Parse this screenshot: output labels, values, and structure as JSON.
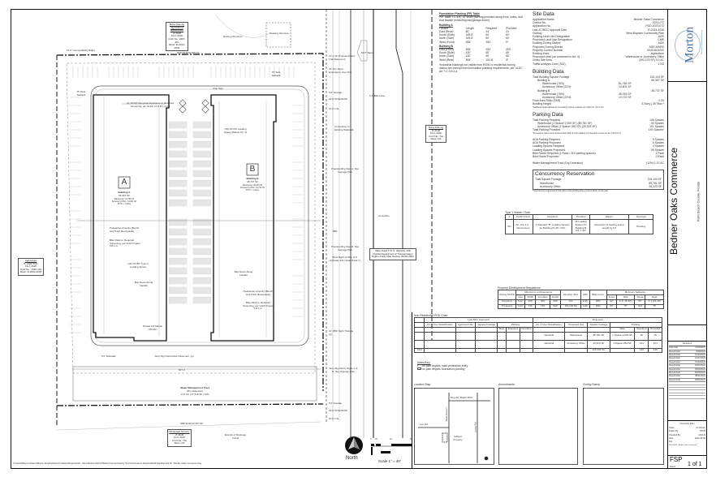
{
  "title_block": {
    "firm": "Morton",
    "firm_tagline": "Planning | Landscape Architecture",
    "project_name": "Bedner Oaks Commerce",
    "project_location": "Palm Beach County, Florida",
    "revisions_header": "Revisions",
    "revisions": [
      {
        "label": "Submittal",
        "date": "11/16/2023"
      },
      {
        "label": "Resubmittal",
        "date": "8/28/2023"
      },
      {
        "label": "Resubmittal",
        "date": "10/23/2023"
      },
      {
        "label": "Resubmittal",
        "date": "12/27/2023"
      },
      {
        "label": "Resubmittal",
        "date": "01/22/2024"
      },
      {
        "label": "Resubmittal",
        "date": "04/02/2024"
      },
      {
        "label": "Resubmittal",
        "date": "05/06/2024"
      },
      {
        "label": "Resubmittal",
        "date": "06/25/2024"
      },
      {
        "label": "Resubmittal",
        "date": "08/11/2024"
      },
      {
        "label": "Resubmittal",
        "date": "08/06/2024"
      }
    ],
    "sheet_title": "Final Site Plan",
    "scale_label": "Scale",
    "scale_value": "As Shown",
    "drawn_label": "Drawn By",
    "drawn_value": "RTKB",
    "checked_label": "Checked By",
    "checked_value": "AAVLM",
    "date_label": "Date",
    "date_value": "2024-09-09",
    "file_label": "File",
    "file_value": "Site-162.02 - Bedner Oaks Commerce",
    "sheet_code": "FSP",
    "sheet_label": "Sheet",
    "sheet_number": "1 of 1"
  },
  "foundation_planting": {
    "title": "Foundation Planting (FP) Table",
    "note": "Per Table 7.C.3.B. 10' width planting provided along front, sides, and rear facade (excluding bay/garage doors).",
    "columns": [
      "Facade",
      "Length",
      "Required",
      "Provided"
    ],
    "building_a_label": "Building A",
    "building_a": [
      [
        "East (Rear)",
        "80'",
        "24'",
        "24'"
      ],
      [
        "South (Side)",
        "169.8'",
        "60'",
        "60'"
      ],
      [
        "North (Side)",
        "169.8'",
        "60'",
        "60'"
      ],
      [
        "West (Front)",
        "506'",
        "253'",
        "0*"
      ]
    ],
    "building_b_label": "Building B",
    "building_b": [
      [
        "East (Front)",
        "506'",
        "253'",
        "253'"
      ],
      [
        "South (Side)",
        "130'",
        "65'",
        "65'"
      ],
      [
        "North (Side)",
        "130'",
        "65'",
        "65'"
      ],
      [
        "West (Rear)",
        "506'",
        "151.8'",
        "0*"
      ]
    ],
    "footnote": "*Industrial buildings not visible from ROW or residential zoning district are exempt from foundation planting requirements, per ULDC Art 7.C.3.B.2.a"
  },
  "site_data": {
    "title": "Site Data",
    "rows": [
      [
        "Application Name",
        "Bedner Oaks Commerce"
      ],
      [
        "Control No.",
        "2023-072"
      ],
      [
        "Application No.",
        "PDD-2023-072"
      ],
      [
        "Last ZC/BCC Approval Date",
        "R-2024-1038"
      ],
      [
        "Overlay",
        "West Boynton Community Plan"
      ],
      [
        "Existing Land Use Designation",
        "AGR"
      ],
      [
        "Proposed Land Use Designation",
        "CMR"
      ],
      [
        "Existing Zoning District",
        "AGR"
      ],
      [
        "Proposed Zoning District",
        "AGR-MUPD"
      ],
      [
        "Property Control Number",
        "00414601000"
      ],
      [
        "Existing Uses",
        "Agriculture"
      ],
      [
        "Proposed Uses (as contained in Art. 4)",
        "Warehouse w. Accessory Office"
      ],
      [
        "Gross Site Area",
        "(392,278 SF) 9.0 AC"
      ],
      [
        "Traffic Analysis Zone (TAZ)",
        "1743"
      ]
    ]
  },
  "building_data": {
    "title": "Building Data",
    "rows": [
      [
        "Total Building Square Footage",
        "",
        "115,104 SF"
      ],
      [
        "Building A",
        "",
        "66,367 SF"
      ],
      [
        "Warehouse (78%)",
        "51,766 SF",
        ""
      ],
      [
        "Accessory Office (22%)",
        "14,601 SF",
        ""
      ],
      [
        "Building B",
        "",
        "48,737 SF"
      ],
      [
        "Warehouse (78%)",
        "38,015 SF",
        ""
      ],
      [
        "Accessory Office (22%)",
        "10,722 SF",
        ""
      ],
      [
        "Floor Area Ratio (FAR)",
        "",
        "0.29"
      ],
      [
        "Building Height",
        "",
        "3-Story | 35' Max.*"
      ]
    ],
    "footnote": "*Additional height allowed by increasing minimum setback per ULDC Art. 3.D.1.E.2"
  },
  "parking_data": {
    "title": "Parking Data",
    "rows": [
      [
        "Total Parking Required",
        "146 Spaces"
      ],
      [
        "Warehouse (1 Space/ 2,000 SF) (89,781 SF)",
        "45 Spaces"
      ],
      [
        "Accessory Office (1 Space/ 250 SF) (25,323 SF)",
        "101 Spaces"
      ],
      [
        "Total Parking Provided",
        "149 Spaces*"
      ],
      [
        "ADA Parking Required",
        "5 Spaces"
      ],
      [
        "ADA Parking Proposed",
        "5 Spaces"
      ],
      [
        "Loading Spaces Required",
        "4 Spaces"
      ],
      [
        "Loading Spaces Proposed",
        "36 Spaces"
      ],
      [
        "Bike Racks Required (1 Rack / 200 parking spaces)",
        "1 Rack"
      ],
      [
        "Bike Racks Proposed",
        "2 Rack"
      ],
      [
        "Water Management Tract (Dry Detention)",
        "(12%) 1.07 AC"
      ]
    ],
    "footnote": "*All required spaces to be located within 600 LF from building it is intended to serve per Art. 6.B.3.A.1.b"
  },
  "concurrency": {
    "title": "Concurrency Reservation",
    "rows": [
      [
        "Total Square Footage",
        "115,104 SF"
      ],
      [
        "Warehouse",
        "89,781 SF"
      ],
      [
        "Accessory Office",
        "25,323 SF"
      ]
    ],
    "footnote": "* Concurrency is approved for the above uses and the above amount shown on the plan"
  },
  "waiver_chart": {
    "title": "Type 1 Waiver Chart",
    "columns": [
      "#",
      "ULDC Article",
      "Required",
      "Provided",
      "Waiver",
      "Approval"
    ],
    "rows": [
      [
        "W1",
        "Art. 6.E.4.A. - Dimensions",
        "2 Standard \"B\" Loading Spaces for Building B (15' x 50')",
        "18 Loading Spaces for Building B (15' x 40')",
        "Reduction of loading space length by 10'",
        "Pending"
      ]
    ]
  },
  "pdr": {
    "title": "Property Development Regulations",
    "zoning_label": "Zoning MUPD",
    "group_lot": "Minimum Lot Dimensions",
    "group_setbacks": "Minimum Setbacks",
    "columns": [
      "Size",
      "Width",
      "Frontage",
      "Depth",
      "Density/ GFA",
      "FAR",
      "Bldg Cover",
      "Front",
      "Side",
      "Street",
      "Rear"
    ],
    "rows": [
      [
        "Required",
        "5 AC",
        "300'",
        "300'",
        "300'",
        "N/A",
        "0.35",
        "40%",
        "50'",
        "C.1 (15-40')",
        "50'",
        "C.1 (15-40')"
      ],
      [
        "Proposed",
        "9 AC",
        "744'",
        "740'",
        "529'",
        "115,104 SF",
        "0.29",
        "29%",
        "80'",
        "75'",
        "N/A",
        "75'"
      ]
    ]
  },
  "pod_chart": {
    "title": "Non-Residential PDD Chart",
    "group_approved": "Last BCC Approved",
    "group_proposed": "Proposed",
    "approved_cols": [
      "Art. 4 Use Classification",
      "Approved Use",
      "Square Footage",
      "Parking"
    ],
    "proposed_cols": [
      "Art. 4 Use Classification",
      "Proposed Use",
      "Square Footage",
      "Parking"
    ],
    "parking_sub": [
      "Rate",
      "Required",
      "Provided"
    ],
    "rows": [
      {
        "class": "Industrial",
        "use": "Warehouse",
        "sf": "89,781 SF",
        "rate": "1 Space/ 2,000 SF",
        "req": "45",
        "prov": "45"
      },
      {
        "class": "Industrial",
        "use": "Accessory Office",
        "sf": "25,323 SF",
        "rate": "1 Space/ 250 SF",
        "req": "101",
        "prov": "104"
      }
    ],
    "total_label": "Total",
    "total_sf": "115,104 SF",
    "total_req": "146",
    "total_prov": "149"
  },
  "notes_key": {
    "title": "Notes/Key:",
    "items": [
      "on plan depicts main pedestrian entry",
      "on plan depicts foundation planting"
    ]
  },
  "location_map": {
    "title": "Location Map",
    "roads": [
      "Boynton Beach Blvd",
      "State Road 7",
      "Lee Rd",
      "Lyons Rd"
    ],
    "subject": "Subject Property"
  },
  "amendments": {
    "title": "Amendments"
  },
  "zoning_stamp": {
    "title": "Zoning Stamp"
  },
  "north_arrow": {
    "label": "North"
  },
  "scale_bar": {
    "ticks": [
      "0",
      "20",
      "40",
      "80"
    ],
    "label": "Scale 1\" = 40'"
  },
  "file_path": "C:\\Users\\Maryori Velasco\\Morton Dropbox\\Maryori Velasco\\Projects\\162 - Steve Bedner\\162.02 Bedner Farms Property Text And Preserve Swap\\CAD\\SP-Site\\Site-162.02 - Bender Oaks Commerce.dwg",
  "plan": {
    "building_a": {
      "letter": "A",
      "name": "Building A",
      "sf": "66,367 SF",
      "lines": [
        "Warehouse: 51,766 SF",
        "Accessory Office: 14,601 SF",
        "35' Ht. | 1-Story"
      ]
    },
    "building_b": {
      "letter": "B",
      "name": "Building B",
      "sf": "48,737 SF",
      "lines": [
        "Warehouse: 38,015 SF",
        "Accessory Office: 10,722 SF",
        "35' Ht. | 1-Story"
      ]
    },
    "labels": {
      "incompat_buffer": "15.0' Incompatibility Buffer",
      "rear_setback": "75' Rear Setback",
      "side_setback": "75' Side Setback",
      "front_setback": "80' Front Setback",
      "dumpster": "(2) 10'x10' Dumpster Enclosure w. Required Screening, per ULDC Art 5.B.1.A.6.d",
      "stop_sign": "Stop Sign",
      "palm_tran": "10' x 30' Proposed Palm Tran Easement",
      "fire_dept": "20' Fire Dept./ Emergency Use Only",
      "overlap": "5.0' Overlap",
      "row_buffer": "20.0' ROW Buffer",
      "ue": "10.0' U.E.",
      "connection": "Connection to Existing Sidewalk",
      "bike_lane": "6.4' Bike Lane",
      "taper": "53.5' Taper",
      "loading_b": "(18) 15'x40' Loading Space (Waiver No. 1)",
      "loading_a": "(18) 15'x50' Type A Loading Space",
      "bay_doors": "Bay Doors Along Facade",
      "ped_amenity": "Pedestrian Amenity (Bench and Trash Receptacle)",
      "bike_rack": "Bike Rack w. Required Screening, per ULDC Figure 5.B.1.A.",
      "sign_a": "Freestanding Sign A, See Signage Plan",
      "sign_b": "Freestanding Sign B, See Signage Plan",
      "centerline": "Centerline",
      "bbl": "BBL",
      "west_row": "West Right-of-Way U.S. Highway 441 (State Road 7)",
      "sr7": "State Road 7 (U.S. Highway 441) Florida Department of Transportation Right-of-Way Map Section 93210-2524",
      "lift_station": "Private Lift Station (15'x15')",
      "sidewalk": "5.0' Sidewalk",
      "deco_pavement": "Stop Sign Decorative Pavement, typ.",
      "water_tract_title": "Water Management Tract",
      "water_tract_sub": "(Dry Detention)",
      "water_tract_area": "1.07 AC | 47,610 SF | 12%",
      "pbc_sign": "10' PBC Sight Triangle, typ.",
      "entry_signs": "Stop Sign Entry Signs C & D, See Signage Plan",
      "drainage": "Extents of Drainage Canal",
      "existing_structure": "Existing Structure",
      "bearing_n": "N89°29'49\"E 525.74'",
      "bearing_s": "S89°34'42\"W 527.90'",
      "dim_total": "667.4'"
    },
    "neighbors": [
      {
        "title": "Bona Fide Ag Agricultural Marketplace",
        "lines": [
          "Z: AGR",
          "FLU: AGR",
          "Cntrl No.: 2007-267",
          "Reso: R-2013-0644"
        ]
      },
      {
        "title": "Bona Fide Ag",
        "lines": [
          "Z: AGR",
          "FLU: AGR",
          "Cntrl No.: NA",
          "Reso: NA"
        ]
      },
      {
        "title": "Agriculture",
        "lines": [
          "Z: AGR-PUD",
          "FLU: AGR",
          "Cntrl No.: 1997-104",
          "Reso: R-2002-2205"
        ]
      },
      {
        "title": "Wholesale Nursery",
        "lines": [
          "Z: AGR",
          "FLU: AGR",
          "Cntrl No.: NA",
          "Reso: NA"
        ]
      }
    ]
  }
}
